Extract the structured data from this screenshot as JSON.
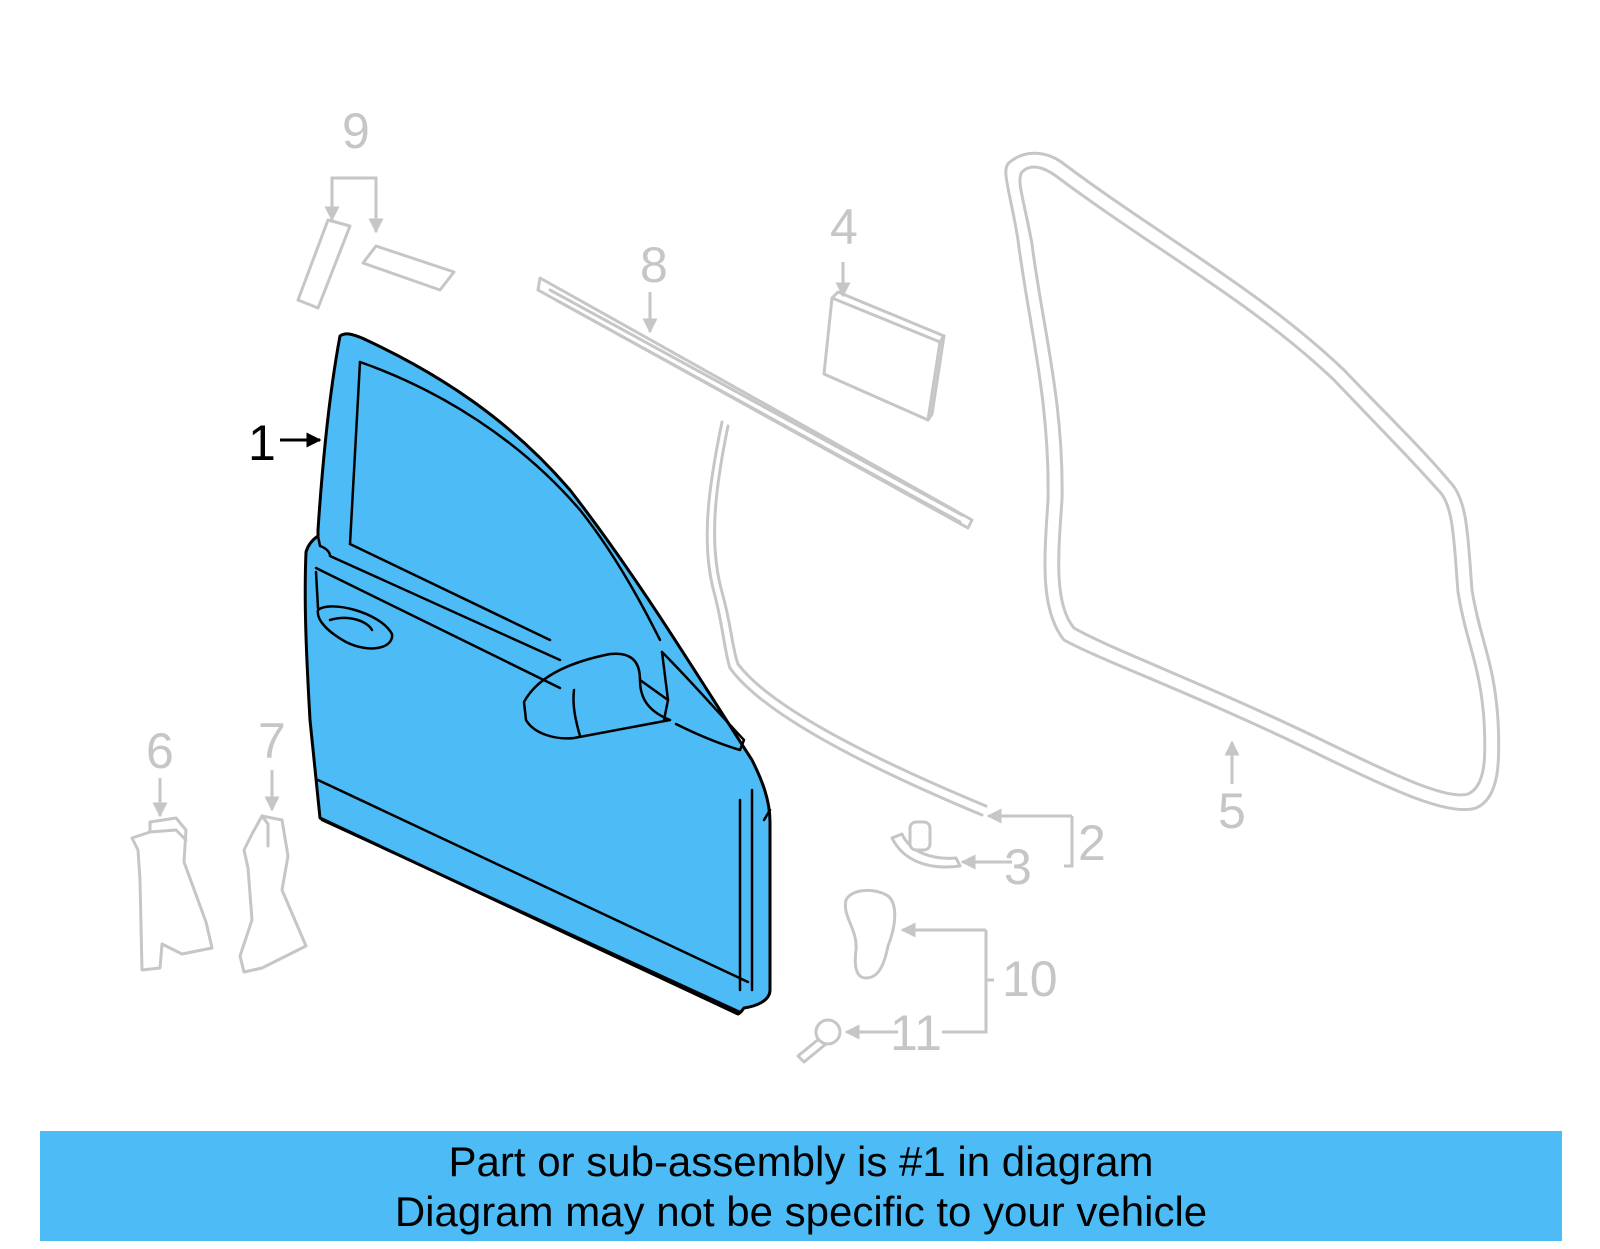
{
  "colors": {
    "highlight": "#4dbbf5",
    "ghost_lines": "#c6c6c6",
    "outline": "#000000",
    "background": "#ffffff"
  },
  "callouts": {
    "c1": "1",
    "c2": "2",
    "c3": "3",
    "c4": "4",
    "c5": "5",
    "c6": "6",
    "c7": "7",
    "c8": "8",
    "c9": "9",
    "c10": "10",
    "c11": "11"
  },
  "highlighted_part": "1",
  "banner": {
    "line1": "Part or sub-assembly is #1 in diagram",
    "line2": "Diagram may not be specific to your vehicle"
  }
}
